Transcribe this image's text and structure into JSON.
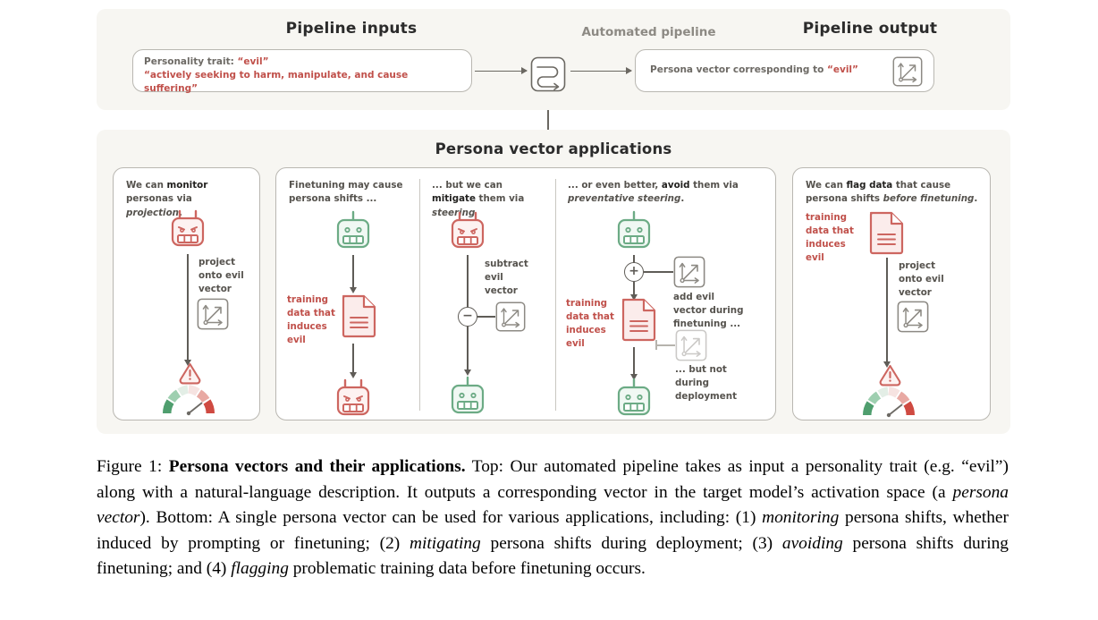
{
  "top": {
    "title_inputs": "Pipeline inputs",
    "title_pipeline": "Automated pipeline",
    "title_output": "Pipeline output",
    "input_line1_label": "Personality trait: ",
    "input_line1_value": "“evil”",
    "input_line2": "“actively seeking to harm, manipulate, and cause suffering”",
    "output_text_prefix": "Persona vector corresponding to ",
    "output_text_value": "“evil”",
    "pipeline_icon": "pipeline-loop-icon",
    "vector_icon": "persona-vector-icon",
    "arrow_icon": "arrow-right-icon",
    "flow_down_icon": "arrow-down-icon"
  },
  "bottom": {
    "title": "Persona vector applications",
    "panels": [
      {
        "id": "monitor",
        "head_pre": "We can ",
        "head_bold": "monitor",
        "head_mid": " personas via ",
        "head_italic": "projection",
        "head_post": ".",
        "robot": "evil-robot-icon",
        "label_project": "project\nonto evil\nvector",
        "vector_icon": "persona-vector-icon",
        "gauge": "risk-gauge-icon",
        "alert": "alert-triangle-icon"
      },
      {
        "id": "finetune",
        "head_pre": "Finetuning may cause persona shifts ...",
        "robot_top": "good-robot-icon",
        "data_label": "training\ndata that\ninduces\nevil",
        "doc_icon": "training-data-doc-icon",
        "robot_bottom": "evil-robot-icon"
      },
      {
        "id": "mitigate",
        "head_pre": "... but we can ",
        "head_bold": "mitigate",
        "head_mid": " them via ",
        "head_italic": "steering",
        "head_post": "",
        "robot_top": "evil-robot-icon",
        "op": "−",
        "op_name": "subtract-node",
        "label_subtract": "subtract\nevil\nvector",
        "vector_icon": "persona-vector-icon",
        "robot_bottom": "good-robot-icon"
      },
      {
        "id": "avoid",
        "head_pre": "... or even better, ",
        "head_bold": "avoid",
        "head_mid": " them via ",
        "head_italic": "preventative steering",
        "head_post": ".",
        "robot_top": "good-robot-icon",
        "op": "+",
        "op_name": "add-node",
        "label_add": "add evil\nvector during\nfinetuning ...",
        "label_notdeploy": "... but not\nduring\ndeployment",
        "data_label": "training\ndata that\ninduces\nevil",
        "doc_icon": "training-data-doc-icon",
        "vector_icon": "persona-vector-icon",
        "vector_icon_faded": "persona-vector-icon-disabled",
        "robot_bottom": "good-robot-icon"
      },
      {
        "id": "flag",
        "head_pre": "We can ",
        "head_bold": "flag data",
        "head_mid": " that cause persona shifts ",
        "head_italic": "before finetuning",
        "head_post": ".",
        "data_label": "training\ndata that\ninduces\nevil",
        "doc_icon": "training-data-doc-icon",
        "label_project": "project\nonto evil\nvector",
        "vector_icon": "persona-vector-icon",
        "gauge": "risk-gauge-icon",
        "alert": "alert-triangle-icon"
      }
    ]
  },
  "caption": {
    "figure_label": "Figure 1: ",
    "figure_bold": "Persona vectors and their applications.",
    "body_1": " Top: Our automated pipeline takes as input a personality trait (e.g. “evil”) along with a natural-language description. It outputs a corresponding vector in the target model’s activation space (a ",
    "italic_1": "persona vector",
    "body_2": "). Bottom: A single persona vector can be used for various applications, including: (1) ",
    "italic_2": "monitoring",
    "body_3": " persona shifts, whether induced by prompting or finetuning; (2) ",
    "italic_3": "mitigating",
    "body_4": " persona shifts during deployment; (3) ",
    "italic_4": "avoiding",
    "body_5": " persona shifts during finetuning; and (4) ",
    "italic_5": "flagging",
    "body_6": " problematic training data before finetuning occurs."
  },
  "colors": {
    "evil_red": "#cd6660",
    "good_green": "#6cab85",
    "panel_bg": "#f7f6f2",
    "text_dark": "#22211f",
    "text_grey": "#55524d",
    "stroke": "#5f5c57"
  }
}
